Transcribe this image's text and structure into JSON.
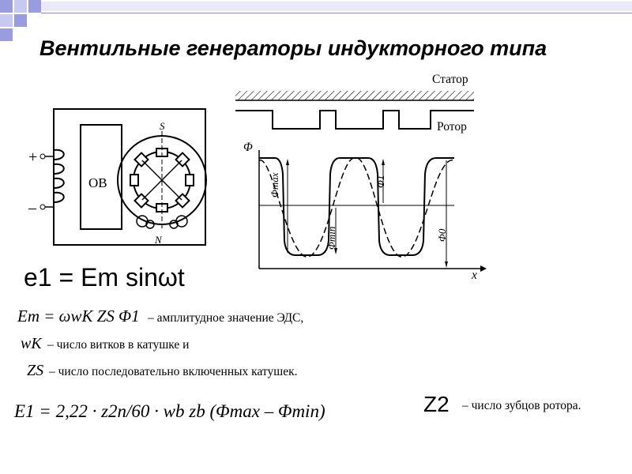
{
  "slide": {
    "title": "Вентильные генераторы индукторного типа"
  },
  "diagram": {
    "stator_label": "Статор",
    "rotor_label": "Ротор",
    "flux_axis_label": "Φ",
    "x_axis_label": "x",
    "phi_max": "Φmax",
    "phi_min": "Φmin",
    "phi_1": "Φ1",
    "phi_0": "Φ0",
    "ov_label": "ОВ",
    "plus": "+",
    "minus": "–",
    "s_label": "S",
    "n_label": "N"
  },
  "formulas": {
    "emf": "e1 = Em sinωt",
    "amplitude": "Em = ωwK ZS Φ1",
    "amplitude_desc": "– амплитудное значение ЭДС,",
    "wk": "wK",
    "wk_desc": "– число витков в катушке и",
    "zs": "ZS",
    "zs_desc": "– число последовательно включенных катушек.",
    "e1_full": "E1 = 2,22 · z2n/60 · wb zb (Φmax – Φmin)",
    "z2": "Z2",
    "z2_desc": "– число зубцов ротора."
  }
}
